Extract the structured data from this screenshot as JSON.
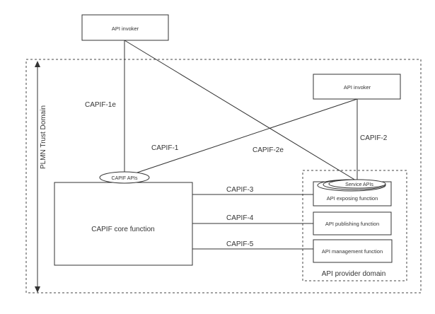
{
  "invoker_outside": "API invoker",
  "invoker_inside": "API invoker",
  "domain_label": "PLMN Trust Domain",
  "core": {
    "label": "CAPIF core function",
    "apis": "CAPIF APIs"
  },
  "provider": {
    "domain_label": "API provider domain",
    "service_apis": "Service APIs",
    "exposing": "API exposing function",
    "publishing": "API publishing function",
    "management": "API management function"
  },
  "refs": {
    "capif_1e": "CAPIF-1e",
    "capif_1": "CAPIF-1",
    "capif_2": "CAPIF-2",
    "capif_2e": "CAPIF-2e",
    "capif_3": "CAPIF-3",
    "capif_4": "CAPIF-4",
    "capif_5": "CAPIF-5"
  }
}
